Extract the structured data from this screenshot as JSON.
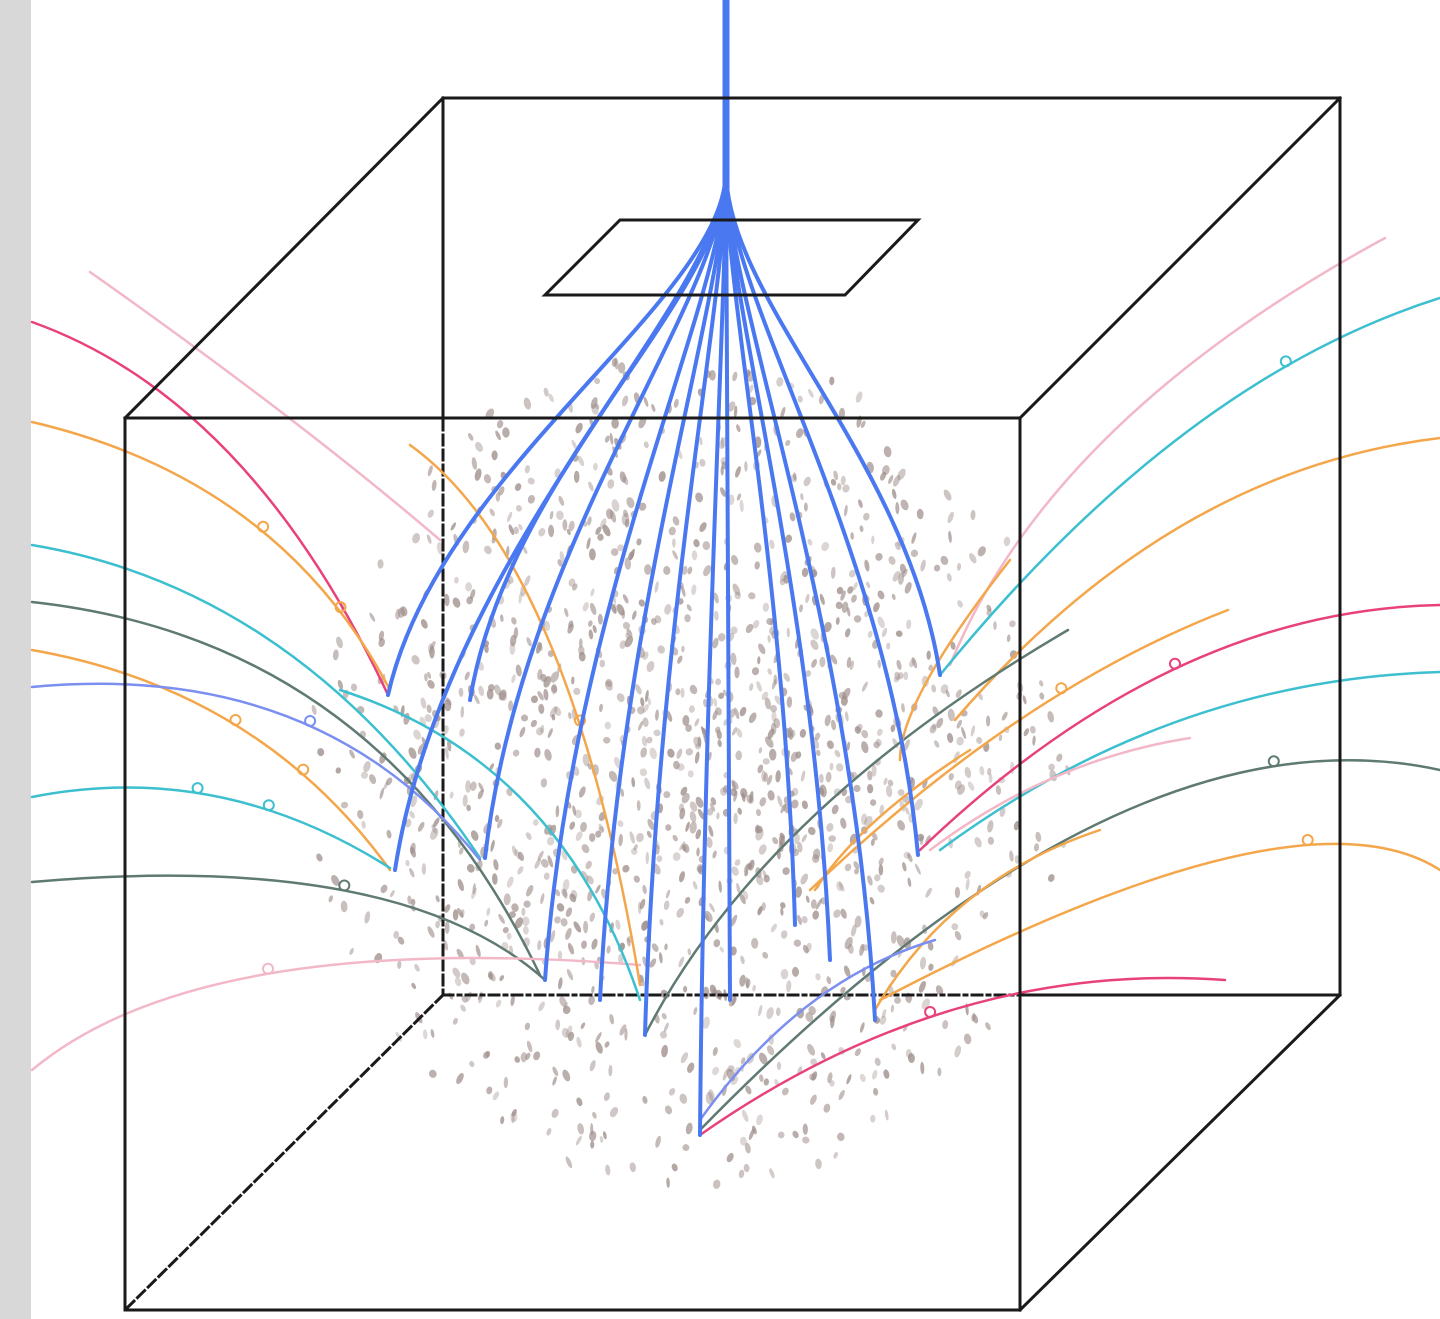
{
  "colors": {
    "background": "#ffffff",
    "side_bar": "#d8d8d8",
    "box_edges": "#1a1a1a",
    "beam": "#4a78f0",
    "scatter_dots": "#9e8e8a",
    "tracks": [
      "#e8417c",
      "#f4a64a",
      "#3cbfcf",
      "#5f7a72",
      "#f2b8c8",
      "#7b8ff0"
    ]
  },
  "diagram": {
    "objects": [
      "side-bar",
      "cube-wireframe",
      "entry-aperture",
      "beam-fan",
      "scatter-cloud",
      "particle-tracks"
    ],
    "beam_strands": 14,
    "track_count": 27
  }
}
